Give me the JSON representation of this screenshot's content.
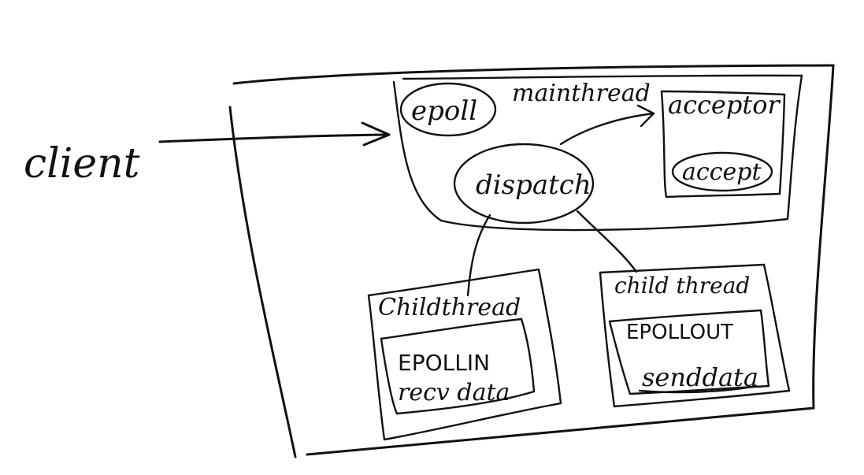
{
  "diagram": {
    "nodes": {
      "client": "client",
      "epoll": "epoll",
      "main_thread": "mainthread",
      "acceptor": "acceptor",
      "accept": "accept",
      "dispatch": "dispatch",
      "child_thread_left": "Childthread",
      "child_thread_right": "child thread",
      "epollin": "EPOLLIN",
      "recv_data": "recv data",
      "epollout": "EPOLLOUT",
      "send_data": "senddata"
    },
    "edges": [
      {
        "from": "client",
        "to": "mainthread",
        "arrow": true
      },
      {
        "from": "dispatch",
        "to": "acceptor",
        "arrow": true
      },
      {
        "from": "dispatch",
        "to": "Childthread",
        "arrow": false
      },
      {
        "from": "dispatch",
        "to": "child thread",
        "arrow": false
      }
    ]
  }
}
